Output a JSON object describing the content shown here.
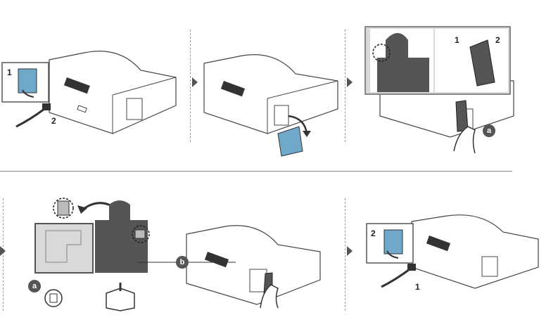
{
  "steps": [
    {
      "callouts": [
        "1",
        "2"
      ]
    },
    {
      "callouts": []
    },
    {
      "callouts": [
        "1",
        "2",
        "a"
      ]
    },
    {
      "callouts": [
        "a",
        "b"
      ]
    },
    {
      "callouts": [
        "2",
        "1"
      ]
    }
  ],
  "colors": {
    "line": "#444444",
    "fill_dark": "#555555",
    "fill_light": "#d9d9d9",
    "accent_blue": "#6fa8c8"
  },
  "icons": [
    "printer-icon",
    "waste-toner-container-icon",
    "hand-icon",
    "cable-icon",
    "box-icon",
    "recycle-icon",
    "curved-arrow-icon"
  ]
}
